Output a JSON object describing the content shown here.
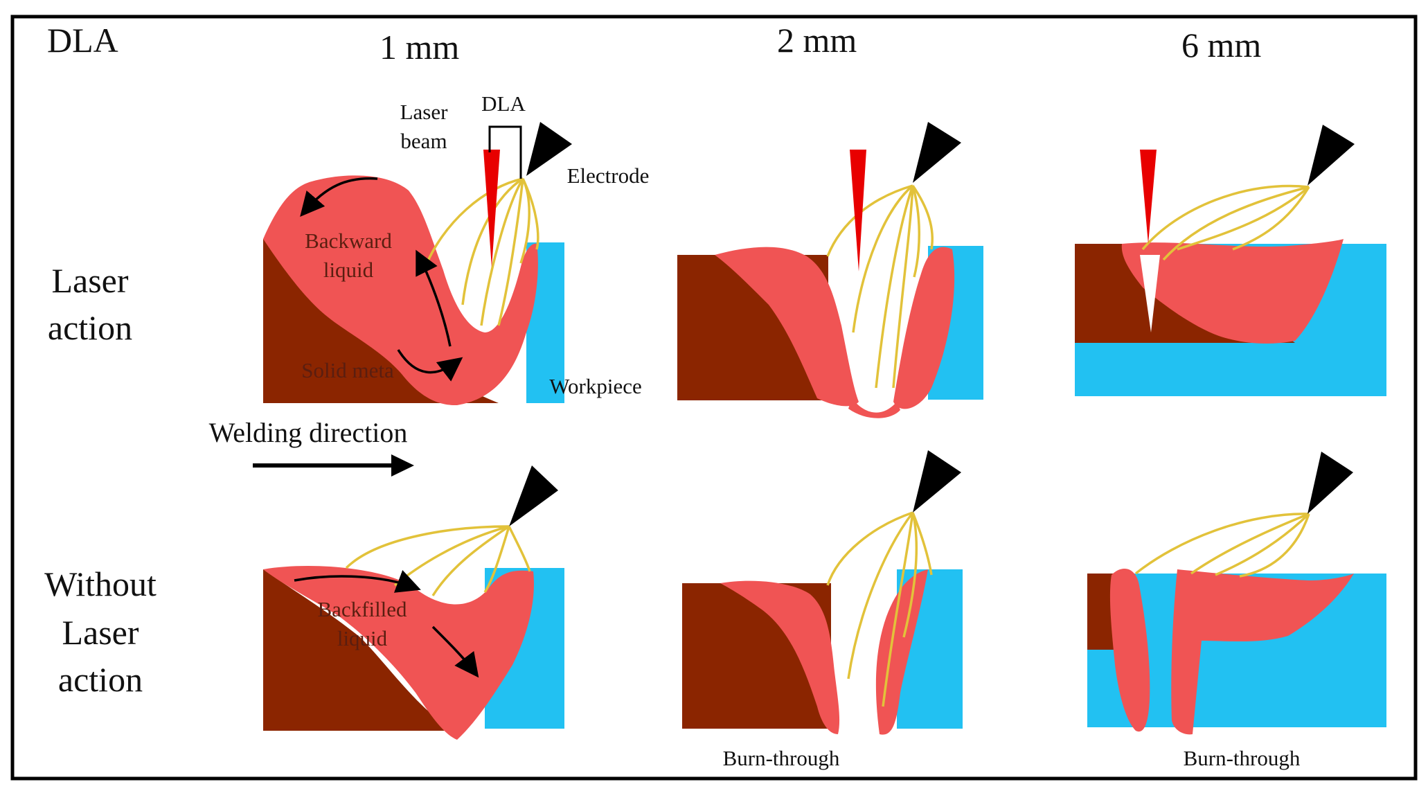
{
  "figure": {
    "corner_label": "DLA",
    "columns": [
      "1 mm",
      "2 mm",
      "6 mm"
    ],
    "rows": [
      {
        "line1": "Laser",
        "line2": "action",
        "line3": ""
      },
      {
        "line1": "Without",
        "line2": "Laser",
        "line3": "action"
      }
    ],
    "annotations": {
      "laser_line1": "Laser",
      "laser_line2": "beam",
      "dla": "DLA",
      "electrode": "Electrode",
      "backward_line1": "Backward",
      "backward_line2": "liquid",
      "solid_metal": "Solid meta",
      "workpiece": "Workpiece",
      "welding_direction": "Welding direction",
      "backfilled_line1": "Backfilled",
      "backfilled_line2": "liquid",
      "burn_through_2mm": "Burn-through",
      "burn_through_6mm": "Burn-through"
    },
    "colors": {
      "solid_metal": "#8b2500",
      "liquid_metal": "#f05454",
      "workpiece": "#22c1f2",
      "laser_beam": "#e80000",
      "arc": "#e2c23a",
      "electrode": "#000000",
      "frame": "#000000"
    }
  }
}
